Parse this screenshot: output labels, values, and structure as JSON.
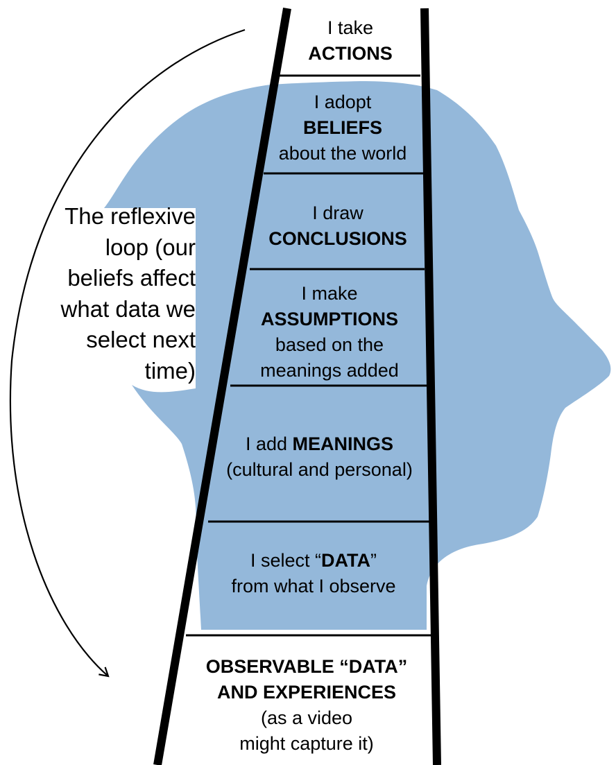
{
  "colors": {
    "head_fill": "#94B8DA",
    "ladder": "#000000",
    "text": "#000000",
    "background": "#FFFFFF"
  },
  "ladder": {
    "rungs": [
      {
        "id": "actions",
        "lines": [
          {
            "text": "I take"
          },
          {
            "text": "ACTIONS",
            "bold": true
          }
        ]
      },
      {
        "id": "beliefs",
        "lines": [
          {
            "text": "I adopt"
          },
          {
            "text": "BELIEFS",
            "bold": true
          },
          {
            "text": "about the world"
          }
        ]
      },
      {
        "id": "conclusions",
        "lines": [
          {
            "text": "I draw"
          },
          {
            "text": "CONCLUSIONS",
            "bold": true
          }
        ]
      },
      {
        "id": "assumptions",
        "lines": [
          {
            "text": "I make"
          },
          {
            "text": "ASSUMPTIONS",
            "bold": true
          },
          {
            "text": "based on the"
          },
          {
            "text": "meanings added"
          }
        ]
      },
      {
        "id": "meanings",
        "lines": [
          {
            "prefix": "I add ",
            "bold_text": "MEANINGS"
          },
          {
            "text": "(cultural and personal)"
          }
        ]
      },
      {
        "id": "data",
        "lines": [
          {
            "prefix": "I select “",
            "bold_text": "DATA",
            "suffix": "”"
          },
          {
            "text": "from what I observe"
          }
        ]
      },
      {
        "id": "observable",
        "lines": [
          {
            "text": "OBSERVABLE “DATA”",
            "bold": true
          },
          {
            "text": "AND EXPERIENCES",
            "bold": true
          },
          {
            "text": "(as a video"
          },
          {
            "text": "might capture it)"
          }
        ]
      }
    ]
  },
  "loop_label": {
    "lines": [
      "The reflexive",
      "loop (our",
      "beliefs affect",
      "what data we",
      "select next",
      "time)"
    ]
  }
}
